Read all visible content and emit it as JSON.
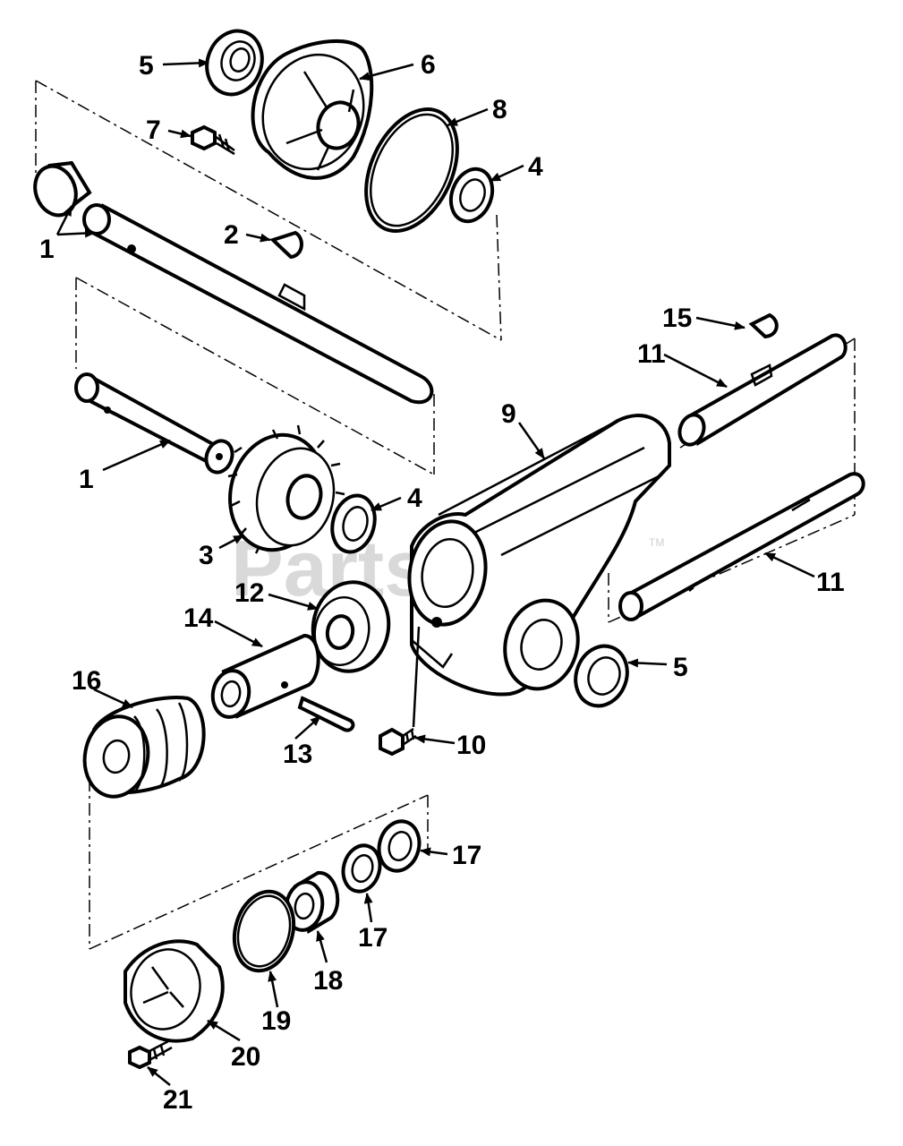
{
  "watermark": {
    "text": "PartsTree",
    "tm": "TM"
  },
  "callouts": [
    {
      "id": "5a",
      "text": "5"
    },
    {
      "id": "6",
      "text": "6"
    },
    {
      "id": "7",
      "text": "7"
    },
    {
      "id": "8",
      "text": "8"
    },
    {
      "id": "4a",
      "text": "4"
    },
    {
      "id": "1a",
      "text": "1"
    },
    {
      "id": "2",
      "text": "2"
    },
    {
      "id": "15",
      "text": "15"
    },
    {
      "id": "11a",
      "text": "11"
    },
    {
      "id": "9",
      "text": "9"
    },
    {
      "id": "1b",
      "text": "1"
    },
    {
      "id": "4b",
      "text": "4"
    },
    {
      "id": "3",
      "text": "3"
    },
    {
      "id": "11b",
      "text": "11"
    },
    {
      "id": "12",
      "text": "12"
    },
    {
      "id": "14",
      "text": "14"
    },
    {
      "id": "5b",
      "text": "5"
    },
    {
      "id": "16",
      "text": "16"
    },
    {
      "id": "13",
      "text": "13"
    },
    {
      "id": "10",
      "text": "10"
    },
    {
      "id": "17a",
      "text": "17"
    },
    {
      "id": "17b",
      "text": "17"
    },
    {
      "id": "18",
      "text": "18"
    },
    {
      "id": "19",
      "text": "19"
    },
    {
      "id": "20",
      "text": "20"
    },
    {
      "id": "21",
      "text": "21"
    }
  ]
}
